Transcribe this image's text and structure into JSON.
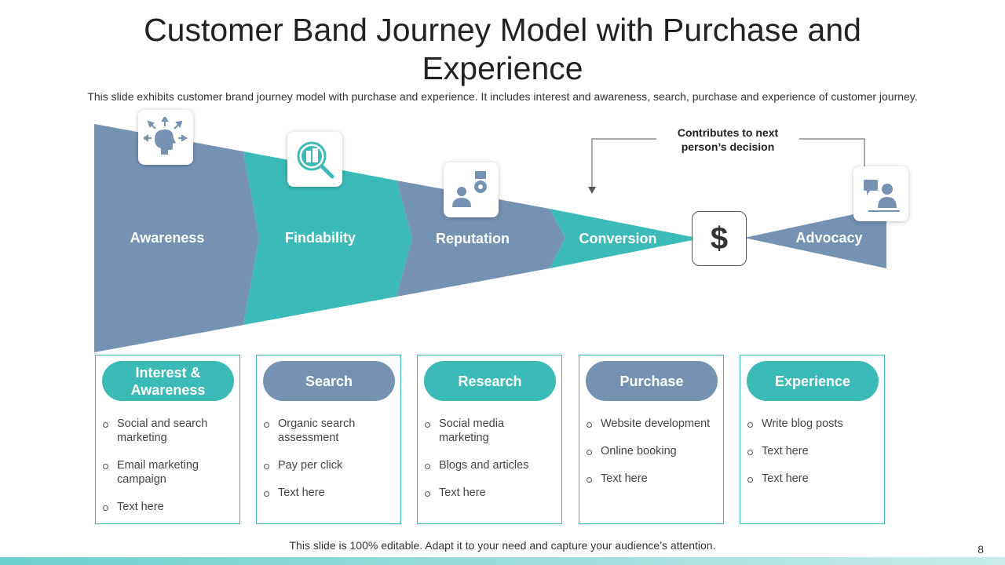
{
  "title": "Customer Band Journey Model with Purchase and Experience",
  "subtitle": "This slide exhibits customer brand journey model with purchase and experience. It includes interest and awareness, search, purchase and experience of customer journey.",
  "stages": [
    {
      "label": "Awareness",
      "icon": "head-idea-icon"
    },
    {
      "label": "Findability",
      "icon": "magnifier-building-icon"
    },
    {
      "label": "Reputation",
      "icon": "people-award-icon"
    },
    {
      "label": "Conversion"
    },
    {
      "label": "Advocacy",
      "icon": "person-megaphone-icon"
    }
  ],
  "conversion_symbol": "$",
  "callout": "Contributes to next person’s decision",
  "boxes": [
    {
      "header": "Interest & Awareness",
      "items": [
        "Social and search marketing",
        "Email marketing campaign",
        "Text here"
      ]
    },
    {
      "header": "Search",
      "items": [
        "Organic search assessment",
        "Pay per click",
        "Text here"
      ]
    },
    {
      "header": "Research",
      "items": [
        "Social media marketing",
        "Blogs and articles",
        "Text here"
      ]
    },
    {
      "header": "Purchase",
      "items": [
        "Website development",
        "Online booking",
        "Text here"
      ]
    },
    {
      "header": "Experience",
      "items": [
        "Write blog posts",
        "Text here",
        "Text here"
      ]
    }
  ],
  "footer": "This slide is 100% editable. Adapt it to your need and capture your audience’s attention.",
  "page_number": "8",
  "colors": {
    "teal": "#3bbab7",
    "slate": "#7592b3"
  }
}
